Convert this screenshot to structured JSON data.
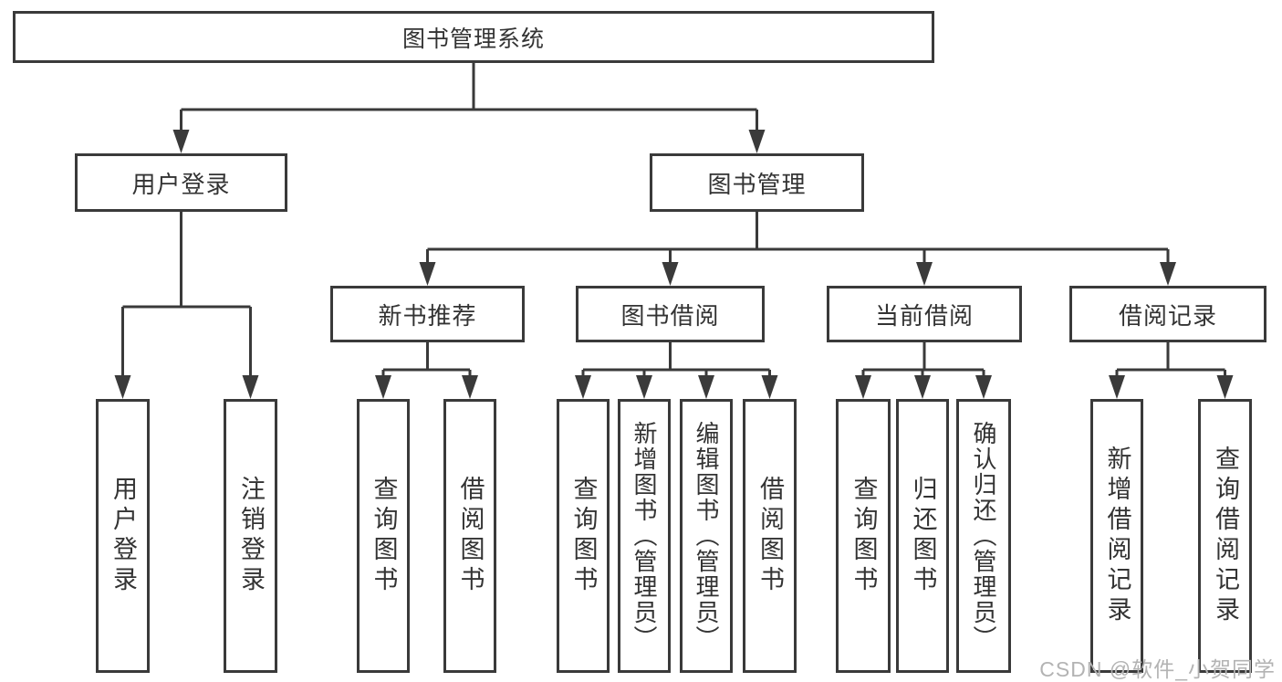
{
  "diagram": {
    "root": {
      "label": "图书管理系统"
    },
    "level2": {
      "user_login": {
        "label": "用户登录"
      },
      "book_management": {
        "label": "图书管理"
      }
    },
    "level3": {
      "new_book_recommend": {
        "label": "新书推荐"
      },
      "book_borrowing": {
        "label": "图书借阅"
      },
      "current_borrowing": {
        "label": "当前借阅"
      },
      "borrowing_records": {
        "label": "借阅记录"
      }
    },
    "leaves": {
      "user_login": {
        "label": "用户登录"
      },
      "logout": {
        "label": "注销登录"
      },
      "recommend_query_books": {
        "label": "查询图书"
      },
      "recommend_borrow_books": {
        "label": "借阅图书"
      },
      "borrowing_query_books": {
        "label": "查询图书"
      },
      "borrowing_add_books": {
        "label": "新增图书（管理员）"
      },
      "borrowing_edit_books": {
        "label": "编辑图书（管理员）"
      },
      "borrowing_borrow_books": {
        "label": "借阅图书"
      },
      "current_query_books": {
        "label": "查询图书"
      },
      "current_return_books": {
        "label": "归还图书"
      },
      "current_confirm_return": {
        "label": "确认归还（管理员）"
      },
      "records_add_record": {
        "label": "新增借阅记录"
      },
      "records_query_record": {
        "label": "查询借阅记录"
      }
    }
  },
  "watermark": {
    "text": "CSDN @软件_小贺同学"
  },
  "colors": {
    "line": "#3a3a3a",
    "text": "#333333",
    "watermark": "#b3b3b3",
    "background": "#ffffff"
  }
}
